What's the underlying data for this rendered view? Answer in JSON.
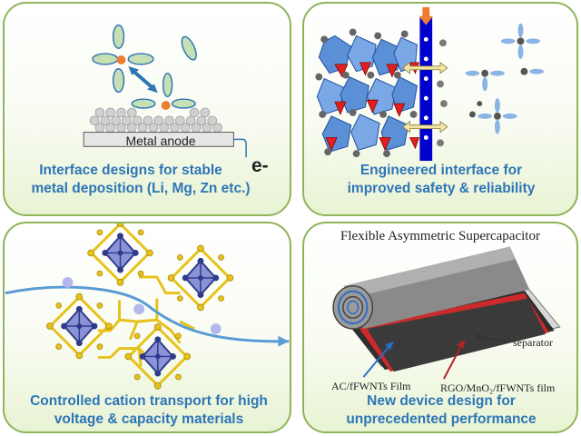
{
  "panels": [
    {
      "caption_line1": "Interface designs for stable",
      "caption_line2": "metal deposition (Li, Mg, Zn etc.)",
      "anode_label": "Metal anode",
      "electron_label": "e-"
    },
    {
      "caption_line1": "Engineered interface for",
      "caption_line2": "improved safety & reliability"
    },
    {
      "caption_line1": "Controlled cation transport for high",
      "caption_line2": "voltage & capacity materials"
    },
    {
      "title": "Flexible Asymmetric Supercapacitor",
      "caption_line1": "New device design for",
      "caption_line2": "unprecedented performance",
      "label_separator": "separator",
      "label_left": "AC/fFWNTs Film",
      "label_right": "RGO/MnO₂/fFWNTs film"
    }
  ],
  "colors": {
    "caption": "#2e75b6",
    "panel_border": "#8fb45a",
    "ellipse_fill": "#c6e0b4",
    "ellipse_stroke": "#2e75b6",
    "cation": "#ed7d31",
    "octahedra": "#4472c4",
    "red_tetra": "#e02020",
    "separator_bar": "#0000cc",
    "gold_bonds": "#e6c21a",
    "dark_atoms": "#2f3a8c"
  }
}
